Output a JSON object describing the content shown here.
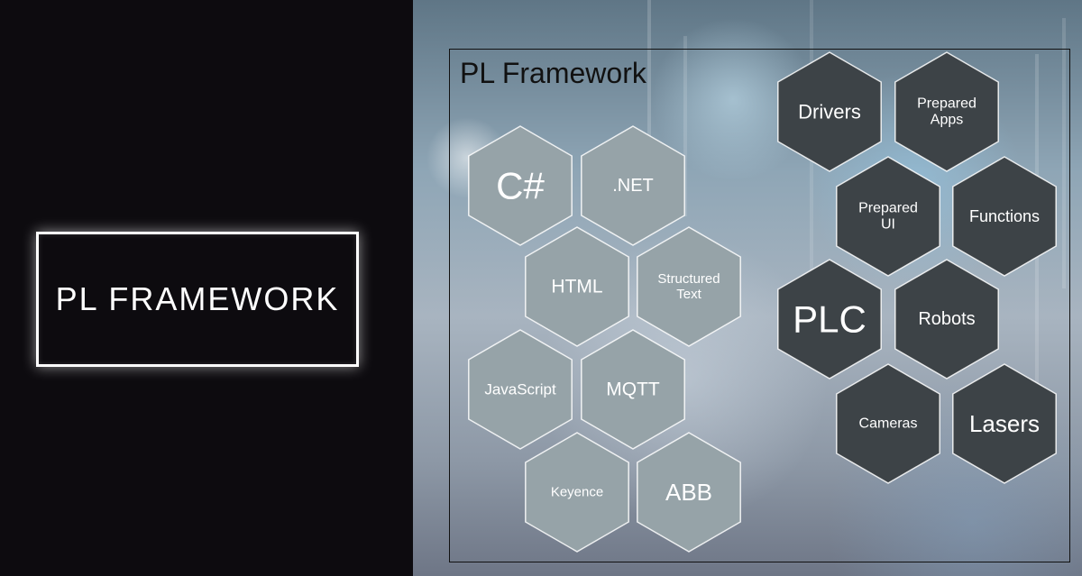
{
  "left_title": "PL FRAMEWORK",
  "frame_title": "PL Framework",
  "colors": {
    "light_hex": "#96a3a8",
    "dark_hex": "#3d4347"
  },
  "light_hexes": [
    {
      "name": "hex-csharp",
      "lines": [
        "C#"
      ],
      "size": 42
    },
    {
      "name": "hex-dotnet",
      "lines": [
        ".NET"
      ],
      "size": 20
    },
    {
      "name": "hex-html",
      "lines": [
        "HTML"
      ],
      "size": 21
    },
    {
      "name": "hex-structured-text",
      "lines": [
        "Structured",
        "Text"
      ],
      "size": 15
    },
    {
      "name": "hex-javascript",
      "lines": [
        "JavaScript"
      ],
      "size": 17
    },
    {
      "name": "hex-mqtt",
      "lines": [
        "MQTT"
      ],
      "size": 21
    },
    {
      "name": "hex-keyence",
      "lines": [
        "Keyence"
      ],
      "size": 15
    },
    {
      "name": "hex-abb",
      "lines": [
        "ABB"
      ],
      "size": 26
    }
  ],
  "dark_hexes": [
    {
      "name": "hex-drivers",
      "lines": [
        "Drivers"
      ],
      "size": 22
    },
    {
      "name": "hex-prepared-apps",
      "lines": [
        "Prepared",
        "Apps"
      ],
      "size": 16
    },
    {
      "name": "hex-prepared-ui",
      "lines": [
        "Prepared",
        "UI"
      ],
      "size": 16
    },
    {
      "name": "hex-functions",
      "lines": [
        "Functions"
      ],
      "size": 18
    },
    {
      "name": "hex-plc",
      "lines": [
        "PLC"
      ],
      "size": 42
    },
    {
      "name": "hex-robots",
      "lines": [
        "Robots"
      ],
      "size": 20
    },
    {
      "name": "hex-cameras",
      "lines": [
        "Cameras"
      ],
      "size": 16
    },
    {
      "name": "hex-lasers",
      "lines": [
        "Lasers"
      ],
      "size": 26
    }
  ]
}
